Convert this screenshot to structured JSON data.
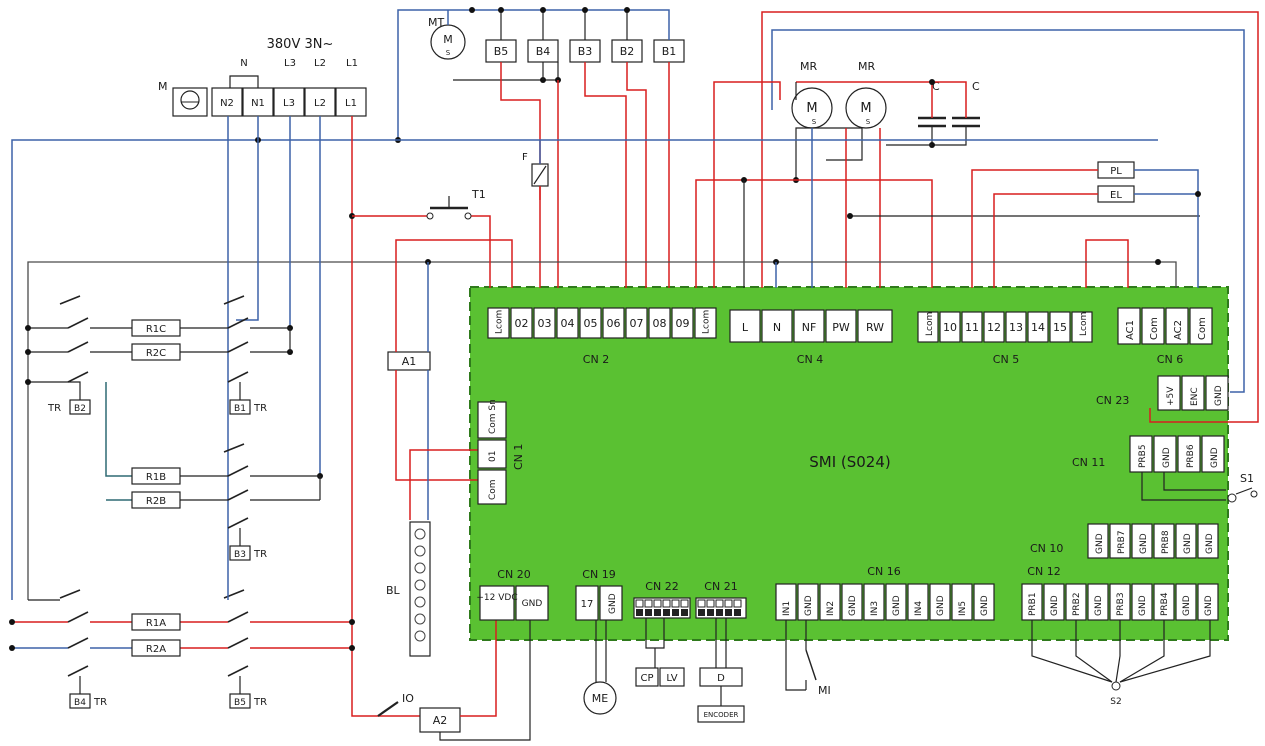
{
  "supply": {
    "voltage": "380V 3N~",
    "n": "N",
    "l3": "L3",
    "l2": "L2",
    "l1": "L1",
    "terminals": [
      "N2",
      "N1",
      "L3",
      "L2",
      "L1"
    ],
    "m": "M"
  },
  "motors": {
    "mt": "MT",
    "mr1": "MR",
    "mr2": "MR",
    "m": "M",
    "s": "S",
    "me": "ME"
  },
  "capacitors": {
    "c1": "C",
    "c2": "C"
  },
  "top_boxes": [
    "B5",
    "B4",
    "B3",
    "B2",
    "B1"
  ],
  "fuse": "F",
  "t1": "T1",
  "relays": [
    "R1C",
    "R2C",
    "R1B",
    "R2B",
    "R1A",
    "R2A"
  ],
  "tr_labels": {
    "b2": "B2",
    "b1": "B1",
    "b3": "B3",
    "b4": "B4",
    "b5": "B5",
    "tr": "TR"
  },
  "a1": "A1",
  "a2": "A2",
  "bl": "BL",
  "io": "IO",
  "board": {
    "title": "SMI (S024)",
    "color": "#5ac132"
  },
  "cn2": {
    "label": "CN 2",
    "pins": [
      "Lcom",
      "02",
      "03",
      "04",
      "05",
      "06",
      "07",
      "08",
      "09",
      "Lcom"
    ]
  },
  "cn4": {
    "label": "CN 4",
    "pins": [
      "L",
      "N",
      "NF",
      "PW",
      "RW"
    ]
  },
  "cn5": {
    "label": "CN 5",
    "pins": [
      "Lcom",
      "10",
      "11",
      "12",
      "13",
      "14",
      "15",
      "Lcom"
    ]
  },
  "cn6": {
    "label": "CN 6",
    "pins": [
      "AC1",
      "Com",
      "AC2",
      "Com"
    ]
  },
  "cn1": {
    "label": "CN 1",
    "pins": [
      "Com Sn",
      "01",
      "Com"
    ]
  },
  "cn23": {
    "label": "CN 23",
    "pins": [
      "+5V",
      "ENC",
      "GND"
    ]
  },
  "cn11": {
    "label": "CN 11",
    "pins": [
      "PRB5",
      "GND",
      "PRB6",
      "GND"
    ]
  },
  "cn10": {
    "label": "CN 10",
    "pins": [
      "GND",
      "PRB7",
      "GND",
      "PRB8",
      "GND",
      "GND"
    ]
  },
  "cn20": {
    "label": "CN 20",
    "pins": [
      "+12 VDC",
      "GND"
    ]
  },
  "cn19": {
    "label": "CN 19",
    "pins": [
      "17",
      "GND"
    ]
  },
  "cn22": {
    "label": "CN 22"
  },
  "cn21": {
    "label": "CN 21"
  },
  "cn16": {
    "label": "CN 16",
    "pins": [
      "IN1",
      "GND",
      "IN2",
      "GND",
      "IN3",
      "GND",
      "IN4",
      "GND",
      "IN5",
      "GND"
    ]
  },
  "cn12": {
    "label": "CN 12",
    "pins": [
      "PRB1",
      "GND",
      "PRB2",
      "GND",
      "PRB3",
      "GND",
      "PRB4",
      "GND",
      "GND"
    ]
  },
  "pl": "PL",
  "el": "EL",
  "s1": "S1",
  "s2": "S2",
  "mi": "MI",
  "cp": "CP",
  "lv": "LV",
  "d": "D",
  "encoder": "ENCODER"
}
